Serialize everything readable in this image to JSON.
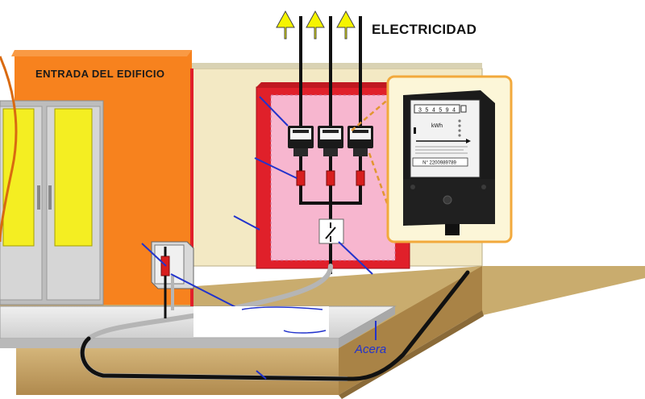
{
  "labels": {
    "electricity": "ELECTRICIDAD",
    "building_entrance": "ENTRADA DEL EDIFICIO",
    "sidewalk": "Acera"
  },
  "meter_zoom": {
    "counter": "3 5 4 5 9 4",
    "unit": "kWh",
    "serial": "N° 2200989789"
  },
  "colors": {
    "building_orange": "#f7821e",
    "wall_beige": "#f3e9c4",
    "panel_pink": "#f7b6cf",
    "panel_red": "#e0202a",
    "zoom_border": "#f2a93c",
    "cable_gray": "#b5b5b5",
    "arrow_yellow": "#f5f400",
    "pointer_blue": "#2233cc",
    "ground_brown": "#c8a86a"
  },
  "meters": [
    {
      "id": "meter-1"
    },
    {
      "id": "meter-2"
    },
    {
      "id": "meter-3"
    }
  ]
}
